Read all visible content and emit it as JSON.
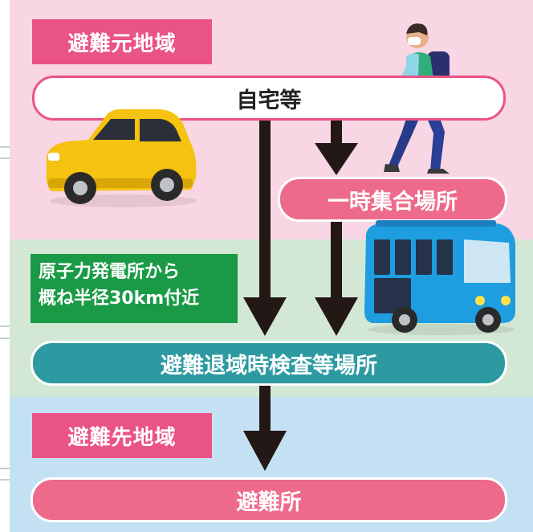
{
  "origin_region": {
    "label": "避難元地域"
  },
  "home": {
    "label": "自宅等"
  },
  "assembly": {
    "label": "一時集合場所"
  },
  "radius_note": {
    "line1": "原子力発電所から",
    "line2": "概ね半径30km付近"
  },
  "inspection": {
    "label": "避難退域時検査等場所"
  },
  "dest_region": {
    "label": "避難先地域"
  },
  "shelter": {
    "label": "避難所"
  },
  "colors": {
    "origin_band": "#f9d6e4",
    "mid_band": "#d3e8d4",
    "dest_band": "#c4e1f4",
    "region_label": "#ea5385",
    "pill_pink": "#ee6a8a",
    "pill_teal": "#2d9aa1",
    "green_note": "#1a9a46",
    "arrow": "#231815"
  },
  "illustrations": [
    "car-illustration",
    "walking-person-illustration",
    "bus-illustration"
  ]
}
